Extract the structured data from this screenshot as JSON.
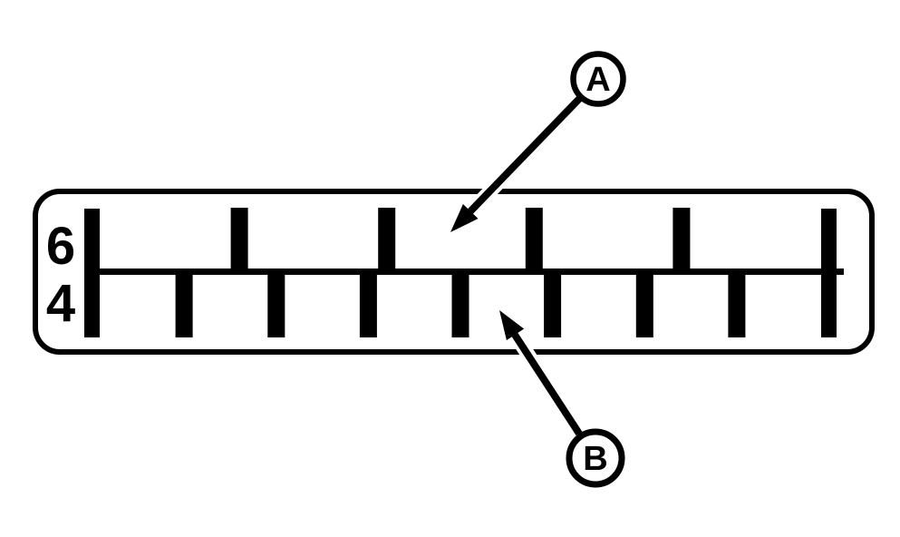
{
  "colors": {
    "background": "#ffffff",
    "ink": "#000000"
  },
  "plate": {
    "row_labels": {
      "upper": "6",
      "lower": "4"
    },
    "marks": {
      "upper_count": 6,
      "lower_count": 9,
      "full_height_ends": true
    }
  },
  "callouts": {
    "a": {
      "label": "A",
      "points_to": "upper-tick-row-area"
    },
    "b": {
      "label": "B",
      "points_to": "lower-tick-row-area"
    }
  },
  "icons": {
    "leader_a": "arrow-down-left-icon",
    "leader_b": "arrow-up-left-icon"
  }
}
